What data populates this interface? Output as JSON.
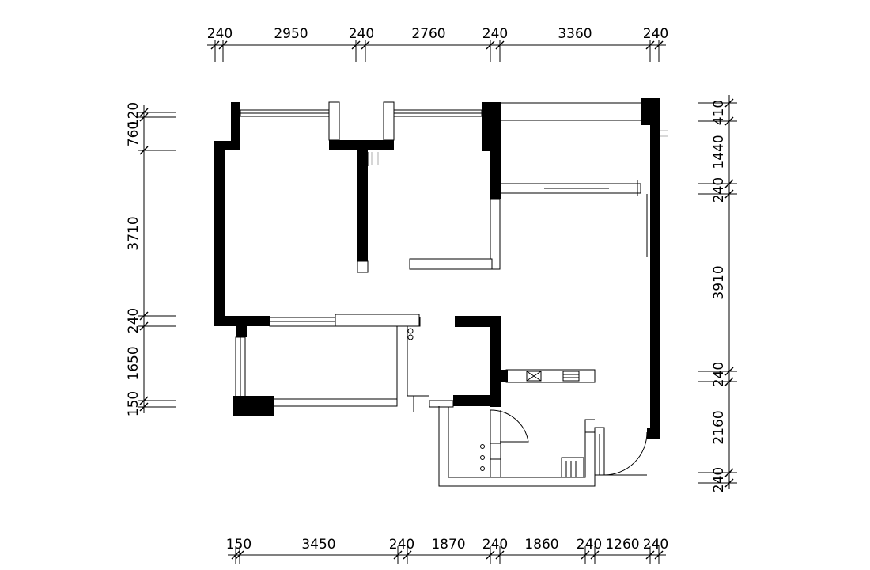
{
  "dimensions": {
    "top": [
      "240",
      "2950",
      "240",
      "2760",
      "240",
      "3360",
      "240"
    ],
    "bottom": [
      "150",
      "3450",
      "240",
      "1870",
      "240",
      "1860",
      "240",
      "1260",
      "240"
    ],
    "left": [
      "120",
      "760",
      "3710",
      "240",
      "1650",
      "150"
    ],
    "right": [
      "410",
      "1440",
      "240",
      "3910",
      "240",
      "2160",
      "240"
    ]
  },
  "colors": {
    "wall": "#000000",
    "line": "#000000",
    "background": "#ffffff"
  }
}
